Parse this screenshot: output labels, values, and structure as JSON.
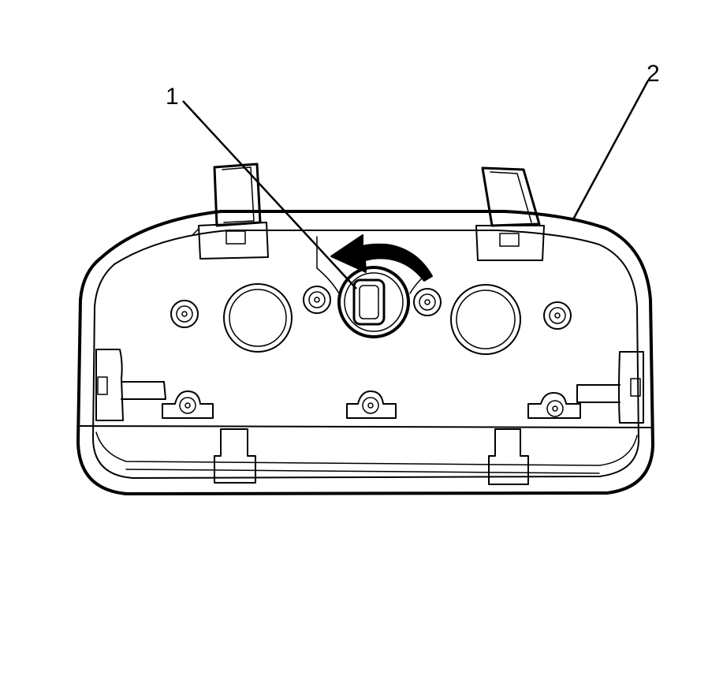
{
  "diagram": {
    "callouts": [
      {
        "id": "callout-1",
        "label": "1"
      },
      {
        "id": "callout-2",
        "label": "2"
      }
    ],
    "arrow": {
      "direction": "counterclockwise"
    },
    "colors": {
      "line": "#000000",
      "background": "#ffffff"
    }
  }
}
